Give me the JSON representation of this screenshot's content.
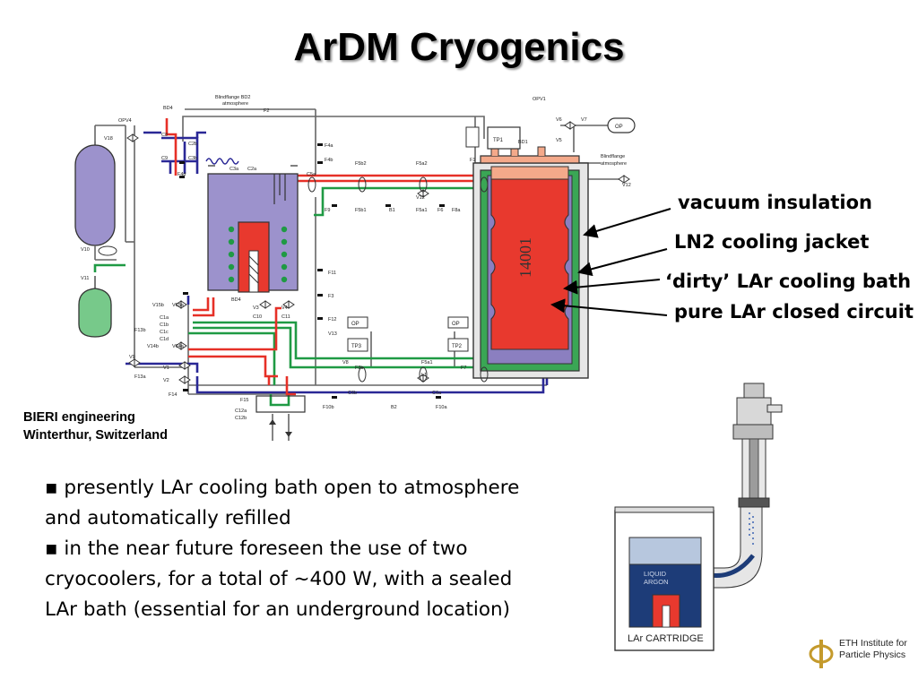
{
  "slide": {
    "title": "ArDM Cryogenics",
    "credit_line1": "BIERI engineering",
    "credit_line2": "Winterthur, Switzerland"
  },
  "callouts": {
    "vacuum": "vacuum insulation",
    "ln2": "LN2 cooling jacket",
    "dirty": "‘dirty’ LAr cooling bath",
    "pure": "pure LAr closed circuit"
  },
  "diagram": {
    "vessel_label": "14001",
    "labels": {
      "blindflange_top": "Blindflange BD2",
      "atmosphere": "atmosphere",
      "blindflange_right": "Blindflange",
      "opv1": "OPV1",
      "opv4": "OPV4",
      "bd4": "BD4",
      "bd1": "BD1",
      "tp1": "TP1",
      "tp2": "TP2",
      "tp3": "TP3",
      "op": "OP",
      "f1": "F1",
      "f2": "F2",
      "f3": "F3",
      "f4a": "F4a",
      "f4b": "F4b",
      "f4d": "F4d",
      "f5a1": "F5a1",
      "f5a2": "F5a2",
      "f5b1": "F5b1",
      "f5b2": "F5b2",
      "f6": "F6",
      "f7": "F7",
      "f8a": "F8a",
      "f8b": "F8b",
      "f9": "F9",
      "f10a": "F10a",
      "f10b": "F10b",
      "f11": "F11",
      "f12": "F12",
      "f13a": "F13a",
      "f13b": "F13b",
      "f14": "F14",
      "f15": "F15",
      "c2a": "C2a",
      "c2b": "C2b",
      "c3a": "C3a",
      "c3b": "C3b",
      "c5a": "C5a",
      "c5b": "C5b",
      "c6a": "C6a",
      "c6b": "C6b",
      "c8": "C8",
      "c9": "C9",
      "c10": "C10",
      "c11": "C11",
      "c12a": "C12a",
      "c12b": "C12b",
      "v1": "V1",
      "v2": "V2",
      "v3": "V3",
      "v4": "V4",
      "v5": "V5",
      "v6": "V6",
      "v7": "V7",
      "v8": "V8",
      "v9": "V9",
      "v10": "V10",
      "v11": "V11",
      "v12": "V12",
      "v13": "V13",
      "v14a": "V14a",
      "v14b": "V14b",
      "v15a": "V15a",
      "v15b": "V15b",
      "v18": "V18",
      "b1": "B1",
      "b2": "B2",
      "l1": "L1",
      "c1a": "C1a",
      "c1b": "C1b",
      "c1c": "C1c",
      "c1d": "C1d"
    }
  },
  "cartridge": {
    "liquid_line1": "LIQUID",
    "liquid_line2": "ARGON",
    "caption": "LAr CARTRIDGE"
  },
  "logo": {
    "line1": "ETH Institute for",
    "line2": "Particle Physics"
  },
  "bullets": {
    "b1_line1": "presently LAr cooling bath open to atmosphere",
    "b1_line2": "and automatically refilled",
    "b2_line1": "in the near future foreseen the use of two",
    "b2_line2": "cryocoolers, for a total of ~400 W, with a sealed",
    "b2_line3": "LAr bath (essential for an underground  location)"
  },
  "colors": {
    "pure_lar": "#e8392e",
    "dirty_lar": "#8b7fc0",
    "ln2_jacket": "#3aa655",
    "vacuum": "#e6e6e6",
    "gas_top": "#f4a98a",
    "dewar_purple": "#9c92cc",
    "dewar_green": "#77c98a",
    "line_blue": "#2a2896",
    "line_red": "#e63027",
    "line_green": "#1f9a44",
    "line_gray": "#6a6a6a",
    "cartridge_blue": "#1d3c78",
    "cartridge_lightblue": "#b7c7de"
  }
}
